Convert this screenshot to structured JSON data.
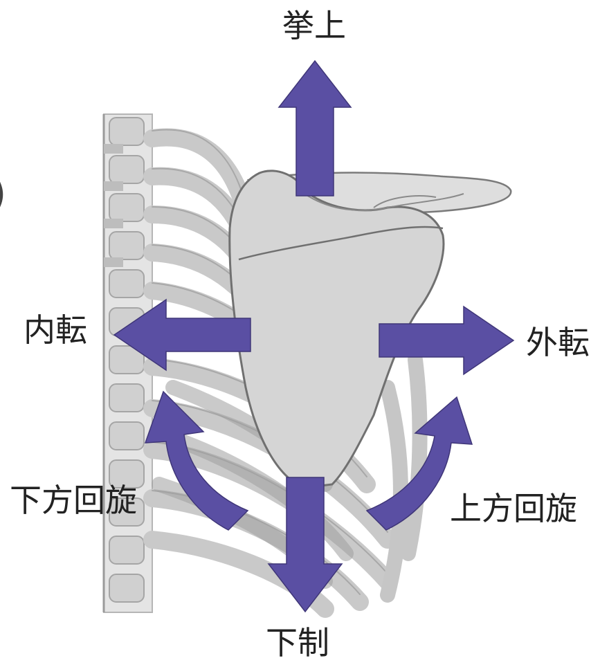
{
  "labels": {
    "elevation": "挙上",
    "adduction": "内転",
    "abduction": "外転",
    "downward_rotation": "下方回旋",
    "upward_rotation": "上方回旋",
    "depression": "下制",
    "edge_mark": ")"
  },
  "colors": {
    "arrow": "#5a4fa3",
    "bone_fill": "#d9d9d9",
    "bone_light": "#e6e6e6",
    "bone_dark": "#a9a9a9",
    "outline": "#7a7a7a",
    "text": "#222222"
  },
  "icons": {
    "elevation": "arrow-up",
    "depression": "arrow-down",
    "adduction": "arrow-left",
    "abduction": "arrow-right",
    "downward_rotation": "curved-arrow-left",
    "upward_rotation": "curved-arrow-right"
  }
}
